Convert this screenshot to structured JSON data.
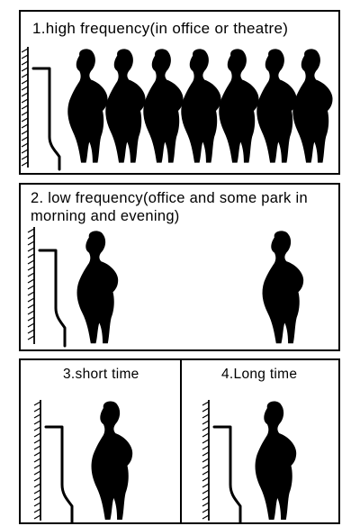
{
  "panels": {
    "high_frequency": {
      "label": "1.high frequency(in office or theatre)"
    },
    "low_frequency": {
      "label": "2. low frequency(office and some park in morning and evening)"
    },
    "short_time": {
      "label": "3.short time"
    },
    "long_time": {
      "label": "4.Long time"
    }
  },
  "colors": {
    "line": "#000000",
    "background": "#ffffff"
  },
  "icons": [
    "person-icon",
    "wall-icon",
    "urinal-icon"
  ]
}
